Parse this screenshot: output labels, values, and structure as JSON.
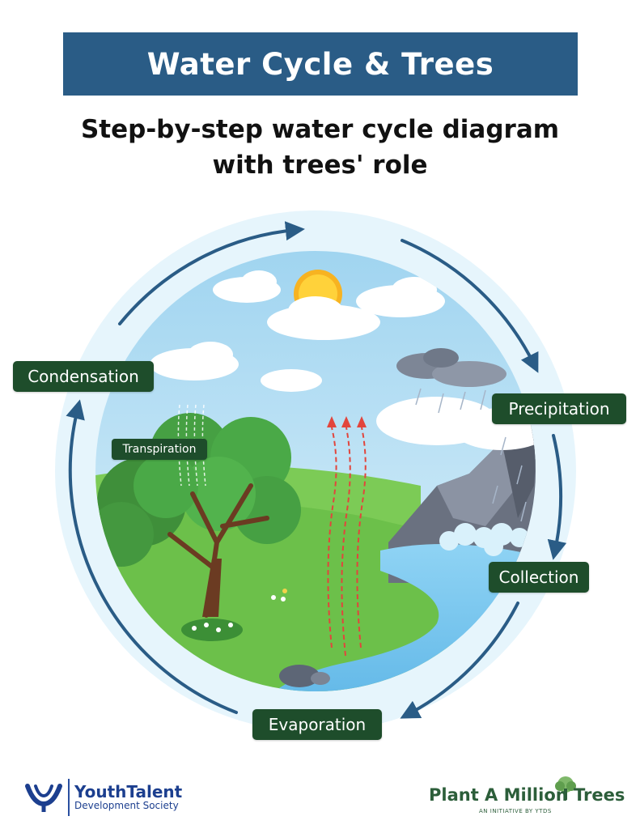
{
  "header": {
    "title": "Water Cycle & Trees",
    "subtitle_line1": "Step-by-step water cycle diagram",
    "subtitle_line2": "with trees' role"
  },
  "stages": {
    "condensation": "Condensation",
    "precipitation": "Precipitation",
    "collection": "Collection",
    "evaporation": "Evaporation",
    "transpiration": "Transpiration"
  },
  "logos": {
    "ytds_name": "YouthTalent",
    "ytds_sub": "Development Society",
    "pam_name": "Plant A Million Trees",
    "pam_sub": "AN INITIATIVE BY YTDS"
  },
  "colors": {
    "banner": "#2a5c86",
    "label_bg": "#1e4d2b",
    "arrow": "#2a5c86",
    "sky": "#bfe3f5",
    "grass": "#6cc04a",
    "water": "#7ec8ee"
  },
  "icons": [
    "sun-icon",
    "cloud-icon",
    "rain-cloud-icon",
    "tree-icon",
    "mountain-icon",
    "rock-icon",
    "cycle-arrow-icon",
    "ytds-logo-icon",
    "tree-logo-icon"
  ]
}
